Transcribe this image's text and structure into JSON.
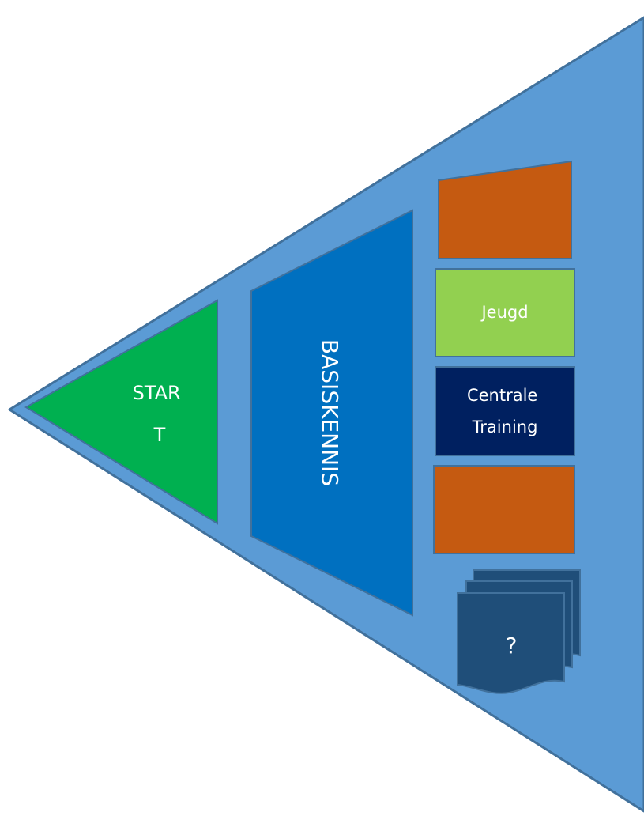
{
  "diagram": {
    "start_label_line1": "STAR",
    "start_label_line2": "T",
    "basiskennis_label": "BASISKENNIS",
    "jeugd_label": "Jeugd",
    "centrale_line1": "Centrale",
    "centrale_line2": "Training",
    "unknown_label": "?"
  },
  "colors": {
    "outer_fill": "#5b9bd5",
    "outer_stroke": "#41719c",
    "start_fill": "#00b050",
    "basiskennis_fill": "#0070c0",
    "orange_fill": "#c55a11",
    "jeugd_fill": "#92d050",
    "centrale_fill": "#002060",
    "documents_fill": "#1f4e79"
  }
}
